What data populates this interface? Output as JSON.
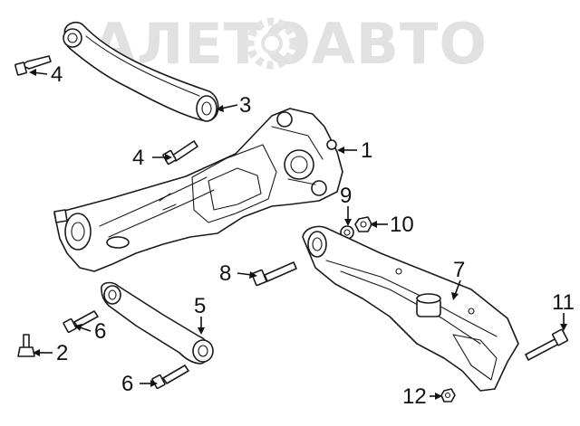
{
  "watermark": {
    "text": "АЛЕТОАВТО",
    "color": "#d6d6d6"
  },
  "callouts": [
    {
      "id": "1",
      "label": "1"
    },
    {
      "id": "2",
      "label": "2"
    },
    {
      "id": "3",
      "label": "3"
    },
    {
      "id": "4a",
      "label": "4"
    },
    {
      "id": "4b",
      "label": "4"
    },
    {
      "id": "5",
      "label": "5"
    },
    {
      "id": "6a",
      "label": "6"
    },
    {
      "id": "6b",
      "label": "6"
    },
    {
      "id": "7",
      "label": "7"
    },
    {
      "id": "8",
      "label": "8"
    },
    {
      "id": "9",
      "label": "9"
    },
    {
      "id": "10",
      "label": "10"
    },
    {
      "id": "11",
      "label": "11"
    },
    {
      "id": "12",
      "label": "12"
    }
  ],
  "colors": {
    "line": "#1a1a1a",
    "background": "#ffffff"
  }
}
